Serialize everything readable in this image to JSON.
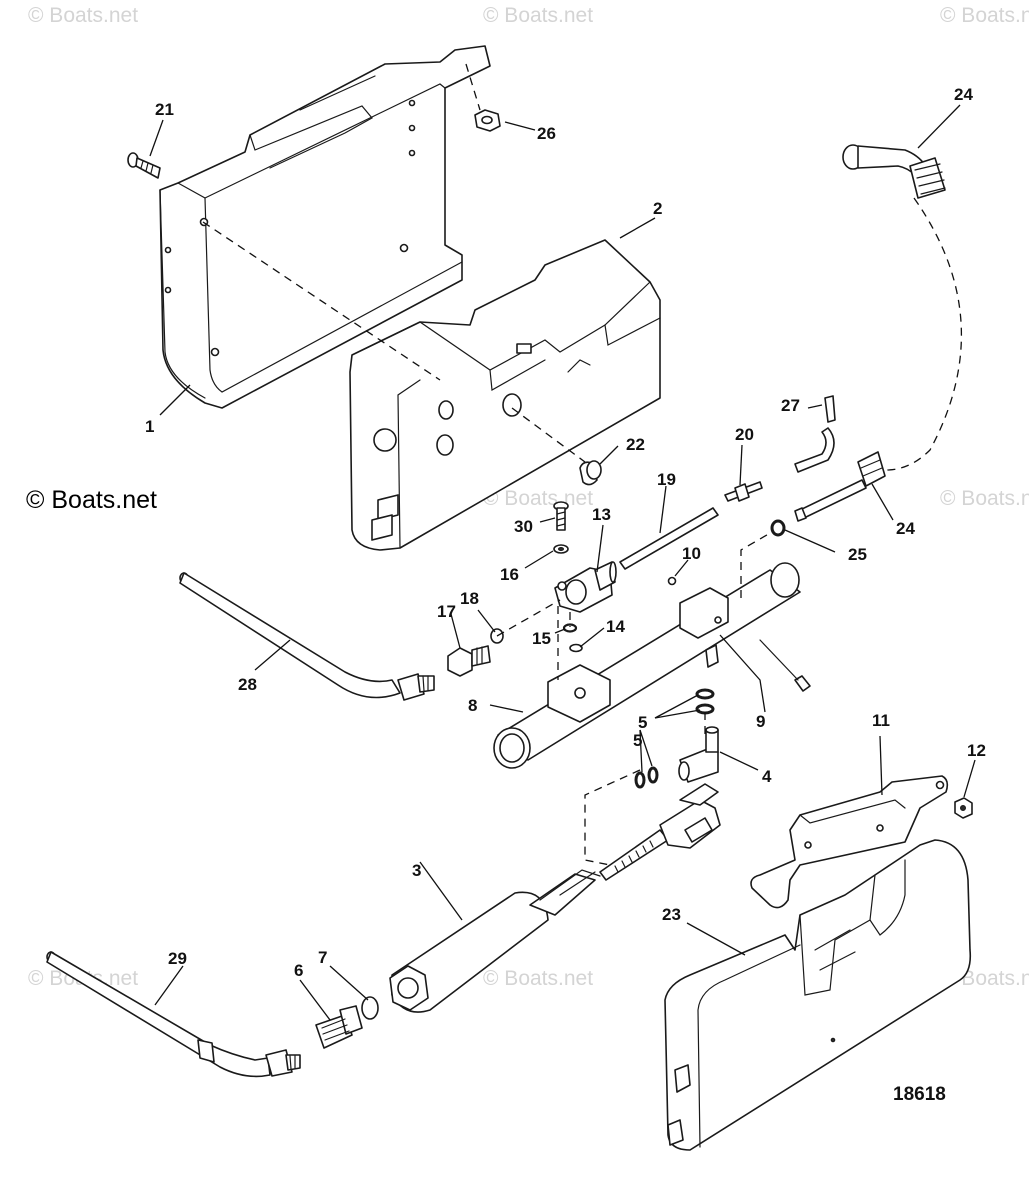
{
  "watermark": "© Boats.net",
  "figure_number": "18618",
  "callouts": {
    "c1": "1",
    "c2": "2",
    "c3": "3",
    "c4": "4",
    "c5a": "5",
    "c5b": "5",
    "c6": "6",
    "c7": "7",
    "c8": "8",
    "c9": "9",
    "c10": "10",
    "c11": "11",
    "c12": "12",
    "c13": "13",
    "c14": "14",
    "c15": "15",
    "c16": "16",
    "c17": "17",
    "c18": "18",
    "c19": "19",
    "c20": "20",
    "c21": "21",
    "c22": "22",
    "c23": "23",
    "c24a": "24",
    "c24b": "24",
    "c25": "25",
    "c26": "26",
    "c27": "27",
    "c28": "28",
    "c29": "29",
    "c30": "30"
  }
}
